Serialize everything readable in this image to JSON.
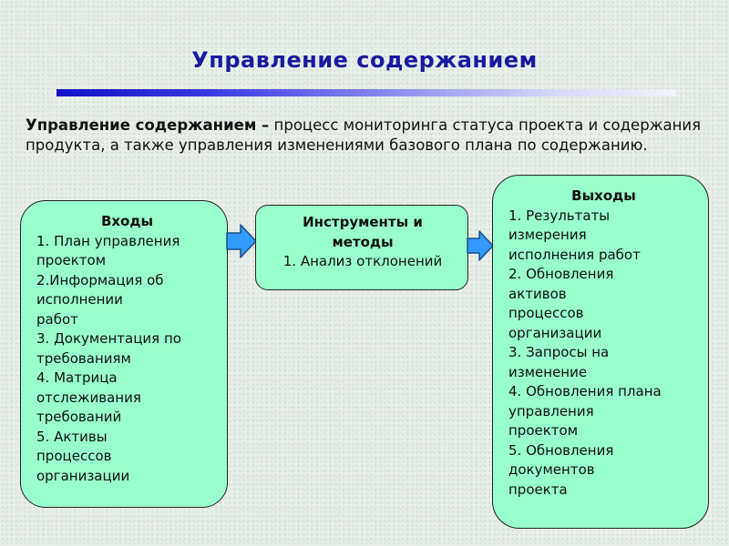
{
  "slide": {
    "title": "Управление содержанием",
    "intro_bold": "Управление содержанием –",
    "intro_text": " процесс мониторинга статуса проекта и содержания продукта, а также управления изменениями базового плана по содержанию."
  },
  "inputs": {
    "heading": "Входы",
    "items": [
      "1. План управления\nпроектом",
      "2.Информация об\nисполнении\nработ",
      "3. Документация по\nтребованиям",
      "4. Матрица\nотслеживания\nтребований",
      "5. Активы\nпроцессов\nорганизации"
    ]
  },
  "tools": {
    "heading": "Инструменты и\nметоды",
    "items": [
      "1. Анализ отклонений"
    ]
  },
  "outputs": {
    "heading": "Выходы",
    "items": [
      "1. Результаты\nизмерения\nисполнения работ",
      "2. Обновления\nактивов\nпроцессов\nорганизации",
      "3. Запросы на\nизменение",
      "4. Обновления плана\nуправления\nпроектом",
      "5. Обновления\nдокументов\nпроекта"
    ]
  },
  "colors": {
    "title": "#1a1aa0",
    "box_fill": "#99ffcc",
    "arrow_fill": "#3399ff"
  }
}
